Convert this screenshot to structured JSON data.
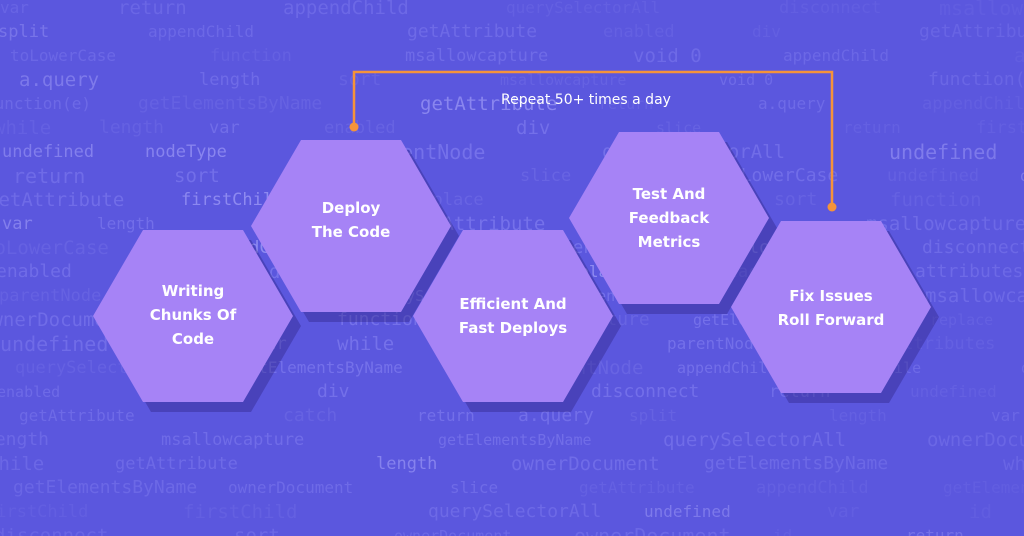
{
  "diagram": {
    "loop_label": "Repeat 50+ times a day",
    "steps": [
      {
        "label": "Writing\nChunks Of\nCode"
      },
      {
        "label": "Deploy\nThe Code"
      },
      {
        "label": "Efficient And\nFast Deploys"
      },
      {
        "label": "Test And\nFeedback\nMetrics"
      },
      {
        "label": "Fix Issues\nRoll Forward"
      }
    ]
  },
  "colors": {
    "background": "#5b57de",
    "hexagon_fill": "#a683f6",
    "arrow": "#f5933a",
    "text": "#ffffff"
  }
}
